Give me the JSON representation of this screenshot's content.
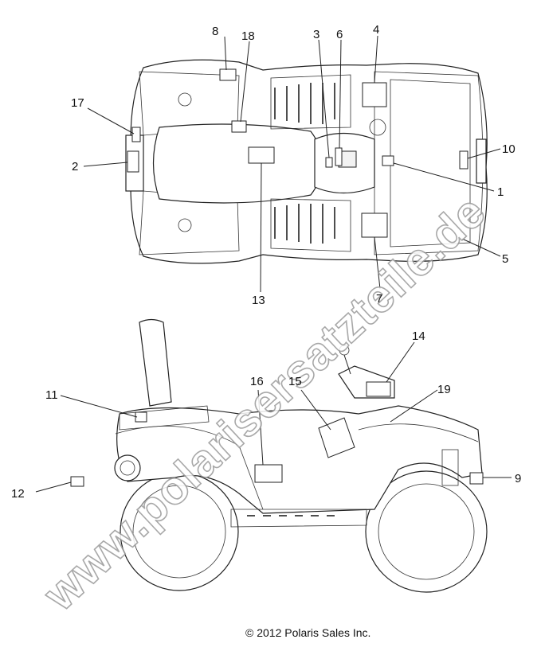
{
  "callouts": [
    "1",
    "2",
    "3",
    "4",
    "5",
    "6",
    "7",
    "8",
    "9",
    "10",
    "11",
    "12",
    "13",
    "14",
    "15",
    "16",
    "17",
    "18",
    "19"
  ],
  "copyright": "© 2012 Polaris Sales Inc.",
  "watermark": "www.polarisersatzteile.de"
}
